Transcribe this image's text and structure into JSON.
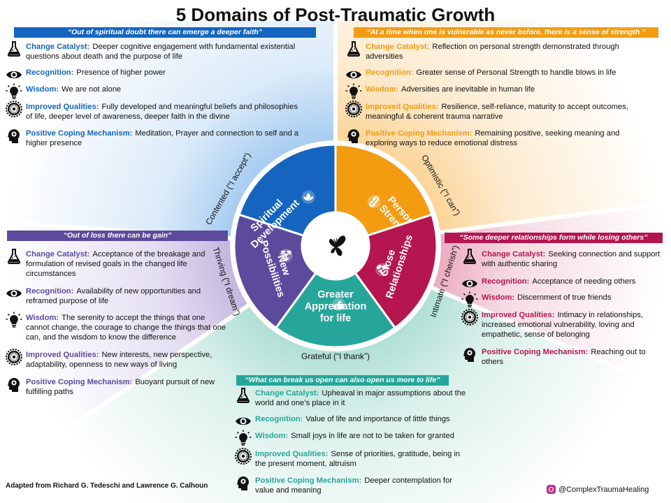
{
  "title": "5 Domains of Post-Traumatic Growth",
  "footer": "Adapted from Richard G. Tedeschi and Lawrence G. Calhoun",
  "handle": "@ComplexTraumaHealing",
  "labels": {
    "catalyst": "Change Catalyst:",
    "recognition": "Recognition:",
    "wisdom": "Wisdom:",
    "qualities": "Improved Qualities:",
    "coping": "Positive Coping Mechanism:"
  },
  "domains": {
    "spiritual": {
      "name_line1": "Spiritual",
      "name_line2": "Development",
      "stance": "Contented (“I accept”)",
      "color": "#1565c0",
      "quote": "“Out of spiritual doubt there can emerge a deeper faith”",
      "catalyst": "Deeper cognitive engagement with fundamental existential questions about death and the purpose of life",
      "recognition": "Presence of higher power",
      "wisdom": "We are not alone",
      "qualities": "Fully developed and meaningful beliefs and philosophies of life, deeper level of awareness, deeper faith in the divine",
      "coping": "Meditation, Prayer and connection to self and a higher presence"
    },
    "personal": {
      "name_line1": "Personal",
      "name_line2": "Strength",
      "stance": "Optimistic (“I can”)",
      "color": "#f39c12",
      "quote": "“At a time when one is vulnerable as never before, there is a sense of strength “",
      "catalyst": "Reflection on personal strength demonstrated through adversities",
      "recognition": "Greater sense of Personal Strength to handle blows in life",
      "wisdom": "Adversities are inevitable in human life",
      "qualities": "Resilience, self-reliance, maturity to accept outcomes, meaningful & coherent trauma narrative",
      "coping": "Remaining positive, seeking meaning and exploring ways to reduce emotional distress"
    },
    "close": {
      "name_line1": "Close",
      "name_line2": "Relationships",
      "stance": "Intimate (“I cherish”)",
      "color": "#b5164f",
      "quote": "“Some deeper relationships form while losing others”",
      "catalyst": "Seeking connection and support with authentic sharing",
      "recognition": "Acceptance of needing others",
      "wisdom": "Discernment of true friends",
      "qualities": "Intimacy in relationships, increased emotional vulnerability, loving and empathetic, sense of belonging",
      "coping": "Reaching out to others"
    },
    "appreciation": {
      "name_line1": "Greater",
      "name_line2": "Appreciation",
      "name_line3": "for life",
      "stance": "Grateful (“I thank”)",
      "color": "#26a69a",
      "quote": "“What can break us open can also open us more to life”",
      "catalyst": "Upheaval in major assumptions about the world and one’s place in it",
      "recognition": "Value of life and importance of little things",
      "wisdom": "Small joys in life are not to be taken for granted",
      "qualities": "Sense of priorities, gratitude, being in the present moment, altruism",
      "coping": "Deeper contemplation for value and meaning"
    },
    "possibilities": {
      "name_line1": "New",
      "name_line2": "Possibilities",
      "stance": "Thriving (“I dream”)",
      "color": "#5c4a9c",
      "quote": "“Out of loss there can be gain”",
      "catalyst": "Acceptance of the breakage and formulation of revised goals in the changed life circumstances",
      "recognition": "Availability of new opportunities and reframed purpose of life",
      "wisdom": "The serenity to accept the things that one cannot change, the courage to change the things that one can, and the wisdom to know the difference",
      "qualities": "New interests, new perspective, adaptability, openness to new ways of living",
      "coping": "Buoyant pursuit of new fulfilling paths"
    }
  },
  "icons": {
    "catalyst": "flask-icon",
    "recognition": "eye-icon",
    "wisdom": "lightbulb-icon",
    "qualities": "flower-gear-icon",
    "coping": "head-gear-icon",
    "center": "butterfly-icon",
    "spiritual": "lotus-icon",
    "personal": "chain-link-icon",
    "close": "heart-pulse-icon",
    "appreciation": "thumbs-up-icon",
    "possibilities": "arrows-out-icon"
  }
}
